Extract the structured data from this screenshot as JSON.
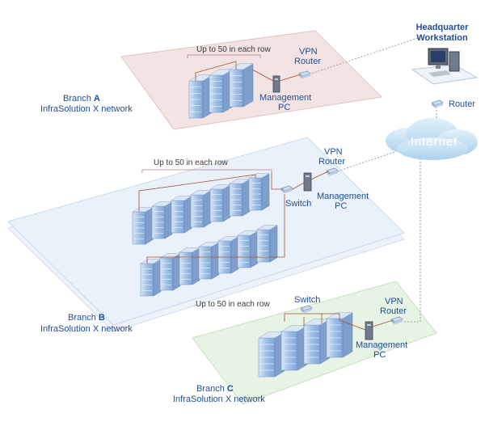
{
  "headquarter": {
    "title_line1": "Headquarter",
    "title_line2": "Workstation",
    "router_label": "Router"
  },
  "internet": {
    "label": "Internet"
  },
  "branch_a": {
    "name_prefix": "Branch",
    "letter": "A",
    "network": "InfraSolution X network",
    "row_caption": "Up to 50 in each row",
    "vpn_line1": "VPN",
    "vpn_line2": "Router",
    "mgmt_line1": "Management",
    "mgmt_line2": "PC",
    "colors": {
      "platform": "#f6e6e6",
      "edge": "#e6c8c8"
    }
  },
  "branch_b": {
    "name_prefix": "Branch",
    "letter": "B",
    "network": "InfraSolution X network",
    "row_caption_top": "Up to 50 in each row",
    "row_caption_bottom": "Up to 50 in each row",
    "vpn_line1": "VPN",
    "vpn_line2": "Router",
    "switch_label": "Switch",
    "mgmt_line1": "Management",
    "mgmt_line2": "PC",
    "colors": {
      "platform": "#eaf1fb",
      "edge": "#c9d9ef"
    }
  },
  "branch_c": {
    "name_prefix": "Branch",
    "letter": "C",
    "network": "InfraSolution X network",
    "switch_label": "Switch",
    "vpn_line1": "VPN",
    "vpn_line2": "Router",
    "mgmt_line1": "Management",
    "mgmt_line2": "PC",
    "colors": {
      "platform": "#e7f3e4",
      "edge": "#c9e0c3"
    }
  },
  "colors": {
    "label_blue": "#1f4e96",
    "cloud": "#bfdcef",
    "server": "#a9c7ea",
    "cable": "#a0522d",
    "dashed_link": "#9aa0a6"
  }
}
